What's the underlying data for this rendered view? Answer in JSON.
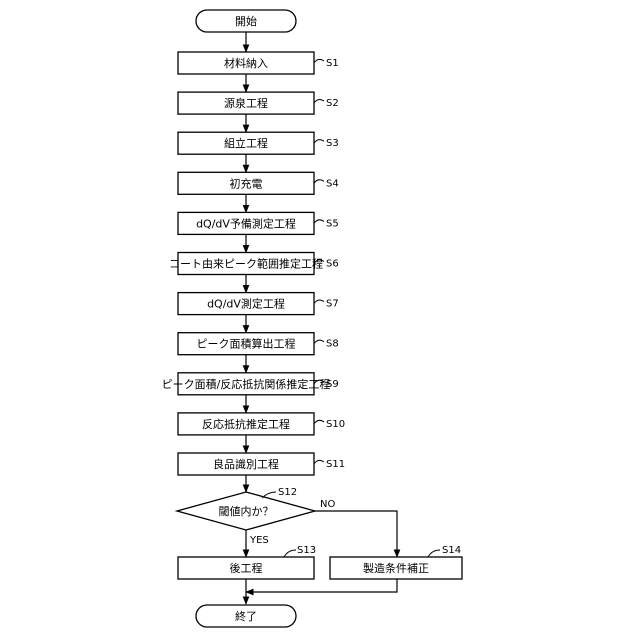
{
  "start": "開始",
  "end": "終了",
  "steps": [
    {
      "text": "材料納入",
      "label": "S1"
    },
    {
      "text": "源泉工程",
      "label": "S2"
    },
    {
      "text": "組立工程",
      "label": "S3"
    },
    {
      "text": "初充電",
      "label": "S4"
    },
    {
      "text": "dQ/dV予備測定工程",
      "label": "S5"
    },
    {
      "text": "コート由来ピーク範囲推定工程",
      "label": "S6"
    },
    {
      "text": "dQ/dV測定工程",
      "label": "S7"
    },
    {
      "text": "ピーク面積算出工程",
      "label": "S8"
    },
    {
      "text": "ピーク面積/反応抵抗関係推定工程",
      "label": "S9"
    },
    {
      "text": "反応抵抗推定工程",
      "label": "S10"
    },
    {
      "text": "良品識別工程",
      "label": "S11"
    }
  ],
  "decision": {
    "text": "閾値内か？",
    "label": "S12",
    "yes": "YES",
    "no": "NO"
  },
  "post": {
    "text": "後工程",
    "label": "S13"
  },
  "correction": {
    "text": "製造条件補正",
    "label": "S14"
  }
}
